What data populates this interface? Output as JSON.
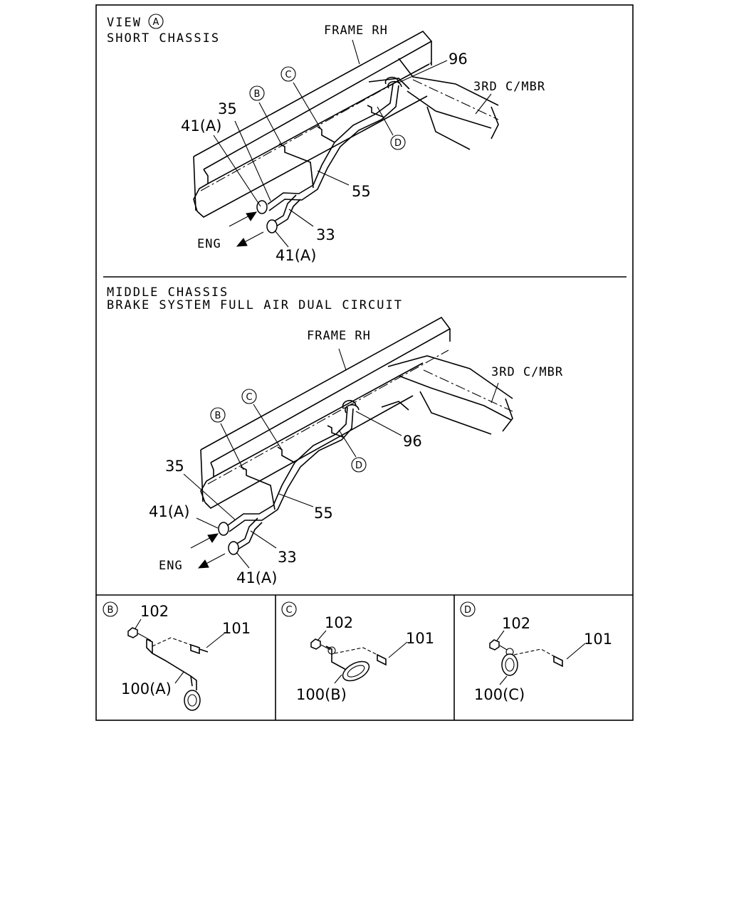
{
  "view_a": {
    "view_label": "VIEW",
    "view_circle": "A",
    "subtitle": "SHORT CHASSIS",
    "frame_label": "FRAME RH",
    "member_label": "3RD C/MBR",
    "parts": {
      "p96": "96",
      "p35": "35",
      "p41a_top": "41(A)",
      "p55": "55",
      "p33": "33",
      "p41a_bottom": "41(A)"
    },
    "clamps": {
      "b": "B",
      "c": "C",
      "d": "D"
    },
    "eng_label": "ENG"
  },
  "middle": {
    "title_line1": "MIDDLE CHASSIS",
    "title_line2": "BRAKE SYSTEM FULL AIR DUAL CIRCUIT",
    "frame_label": "FRAME RH",
    "member_label": "3RD C/MBR",
    "parts": {
      "p96": "96",
      "p35": "35",
      "p41a_top": "41(A)",
      "p55": "55",
      "p33": "33",
      "p41a_bottom": "41(A)"
    },
    "clamps": {
      "b": "B",
      "c": "C",
      "d": "D"
    },
    "eng_label": "ENG"
  },
  "details": [
    {
      "circle": "B",
      "p102": "102",
      "p101": "101",
      "p100": "100(A)"
    },
    {
      "circle": "C",
      "p102": "102",
      "p101": "101",
      "p100": "100(B)"
    },
    {
      "circle": "D",
      "p102": "102",
      "p101": "101",
      "p100": "100(C)"
    }
  ]
}
